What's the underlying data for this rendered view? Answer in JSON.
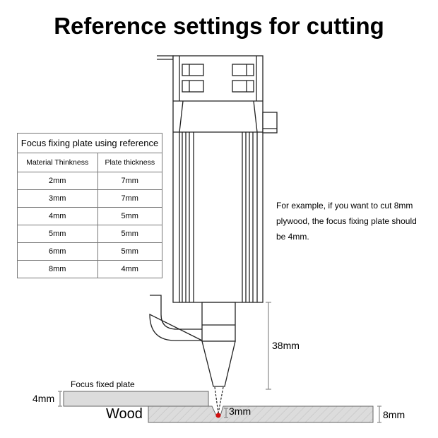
{
  "title": "Reference settings for cutting",
  "table": {
    "caption": "Focus fixing plate using reference",
    "headers": [
      "Material Thinkness",
      "Plate thickness"
    ],
    "rows": [
      [
        "2mm",
        "7mm"
      ],
      [
        "3mm",
        "7mm"
      ],
      [
        "4mm",
        "5mm"
      ],
      [
        "5mm",
        "5mm"
      ],
      [
        "6mm",
        "5mm"
      ],
      [
        "8mm",
        "4mm"
      ]
    ]
  },
  "note": "For example, if you want to cut 8mm plywood, the focus fixing plate should be 4mm.",
  "labels": {
    "height": "38mm",
    "plate_name": "Focus fixed plate",
    "plate_thickness": "4mm",
    "material": "Wood",
    "cut_depth": "3mm",
    "material_thickness": "8mm"
  },
  "colors": {
    "focus_dot": "#d01010",
    "plate_fill": "#dcdcdc"
  }
}
